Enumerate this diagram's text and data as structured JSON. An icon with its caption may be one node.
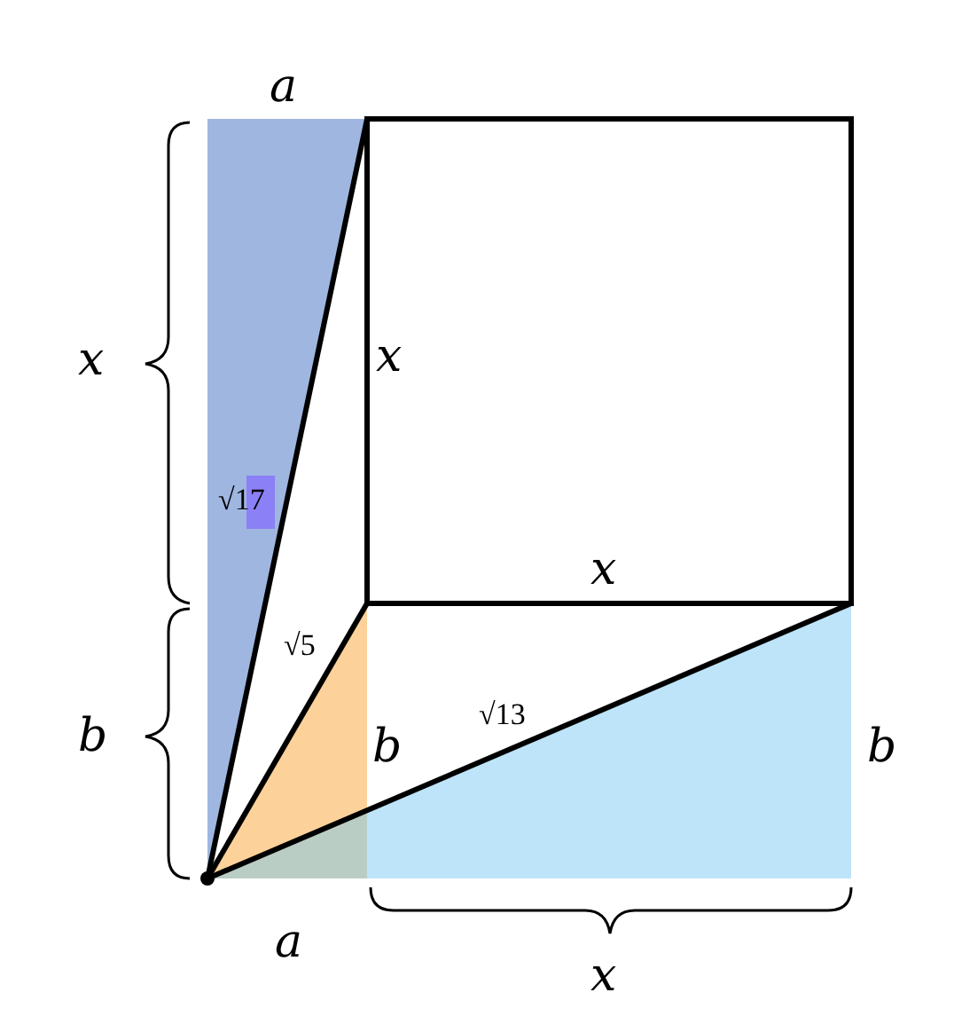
{
  "diagram": {
    "labels": [
      "a",
      "x",
      "x",
      "√17",
      "x",
      "√5",
      "b",
      "b",
      "√13",
      "b",
      "a",
      "x"
    ]
  }
}
